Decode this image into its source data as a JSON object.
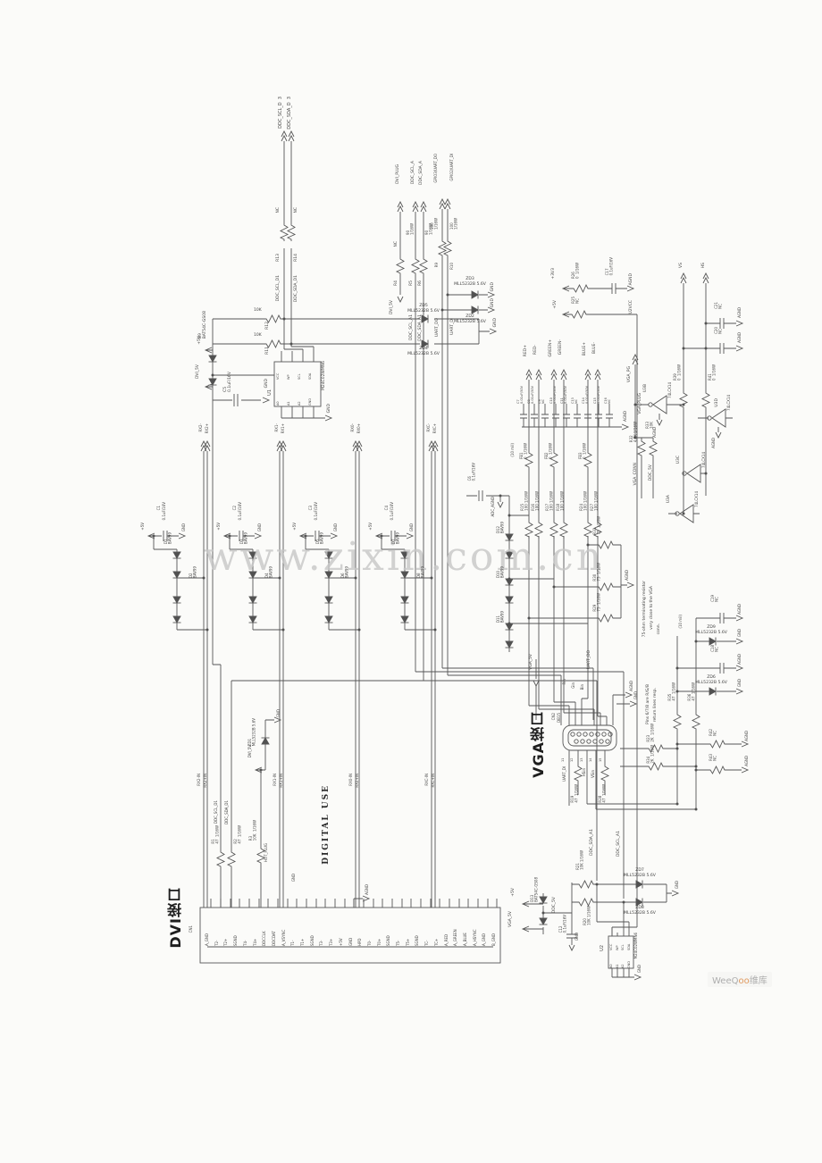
{
  "watermarks": {
    "center": "www.zixin.com.cn",
    "brand_p1": "WeeQ",
    "brand_p2": "oo",
    "brand_p3": "维库"
  },
  "titles": {
    "dvi": "DVI接口",
    "vga": "VGA接口",
    "digital_use": "DIGITAL USE"
  },
  "a": {
    "flag_scl": "DDC_SCL_D  3",
    "flag_sda": "DDC_SDA_D  3",
    "nc1": "NC",
    "nc2": "NC",
    "r13": "R13",
    "r14": "R14",
    "scl_d1": "DDC_SCL_D1",
    "sda_d1": "DDC_SDA_D1",
    "zd5": "ZD5\nMLL5232B 5.6V",
    "zd4": "ZD4\nMLL5232B 5.6V",
    "gnd_loop": "GND",
    "r12_val": "10K",
    "r12_ref": "R12",
    "r11_val": "10K",
    "r11_ref": "R11",
    "d9": "D9\nBAT54C-GS08",
    "p5v": "+5V",
    "dvi5v": "DVI_5V",
    "c5": "C5\n0.1uF/16V",
    "c5_gnd": "GND",
    "u1_ref": "U1",
    "u1_part": "M24C02WMN6",
    "u1_top": [
      "VCC",
      "WP",
      "SCL",
      "SDA"
    ],
    "u1_bot": [
      "A0",
      "A1",
      "A2",
      "GND"
    ],
    "u1_gnd": "GND"
  },
  "b": {
    "dvi_plug": "DVI_PLUG",
    "ddc_scl_a": "DDC_SCL_A",
    "ddc_sda_a": "DDC_SDA_A",
    "r4_val": "NC",
    "r4_ref": "R4",
    "r5_val": "90\n1/16W",
    "r5_ref": "R5",
    "r6_val": "90\n1/16W",
    "r6_ref": "R6",
    "dvi5v": "DVI_5V",
    "scl_a1": "DDC_SCL_A1",
    "sda_a1": "DDC_SDA_A1"
  },
  "c": {
    "flag_do": "GPIO3/UART_DO",
    "flag_di": "GPIO2/UART_DI",
    "r9_val": "100\n1/16W",
    "r9_ref": "R9",
    "r10_val": "100\n1/16W",
    "r10_ref": "R10",
    "uart_do": "UART_DO",
    "uart_di": "UART_DI",
    "zd3": "ZD3\nMLL5232B 5.6V",
    "zd2": "ZD2\nMLL5232B 5.6V",
    "gnd1": "GND",
    "gnd2": "GND"
  },
  "d": {
    "p3v3": "+3V3",
    "r26": "R26\n0  1/16W",
    "c17": "C17\n0.1uF/16V",
    "agnd1": "AGND",
    "p5v": "+5V",
    "r25": "R25\nNC",
    "u2vcc": "U2VCC",
    "vs": "VS",
    "hs": "HS",
    "c21": "C21\nNC",
    "agnd2": "AGND",
    "c20": "C20\nNC",
    "agnd3": "AGND",
    "vga_pg": "VGA_PG",
    "vga_plug": "VGA_PLUG",
    "u3b": "U3B",
    "lcx_b": "74LCX14",
    "agnd4": "AGND",
    "r39": "R39\n0  1/16W",
    "r41": "R41\n0  1/16W",
    "u3d": "U3D",
    "lcx_d": "74LCX14",
    "agnd5": "AGND",
    "u3c": "U3C",
    "lcx_c": "74LCX14",
    "u3a": "U3A",
    "lcx_a": "74LCX14",
    "r32": "R32\n4.7K 1/16W",
    "r33": "R33\n10K",
    "vga_conn": "VGA_CONN",
    "ddc5v": "DDC_5V"
  },
  "e": {
    "flags": [
      "RED+",
      "RED-",
      "GREEN+",
      "GREEN-",
      "BLUE+",
      "BLUE-"
    ],
    "caps": [
      "C7\n0.01uF/50V",
      "C8\n0.01uF/50V",
      "C9\nNC",
      "C10\n0.01uF/50V",
      "C11\n0.01uF/50V",
      "C13\nNC",
      "C14\n0.01uF/50V",
      "C15\n0.01uF/50V",
      "C16\nNC"
    ],
    "agnd_row": "AGND",
    "fb1": "FB1\n0  1/16W",
    "fb2": "FB2\n0  1/16W",
    "fb3": "FB3\n0  1/16W",
    "note_mil": "(10 mil)",
    "r_row": [
      "R15\n100 1/16W",
      "R16\n100 1/16W",
      "R17\n100 1/16W",
      "R18\n100 1/16W",
      "R24\n100 1/16W",
      "R27\n100 1/16W"
    ],
    "r31": "R31\n75  1/16W",
    "r30": "R30\n75  1/16W",
    "r29": "R29\n75  1/16W",
    "agnd75": "AGND",
    "d12": "D12\nBAV99",
    "d10": "D10\nBAV99",
    "d11": "D11\nBAV99",
    "c6": "C6\n0.1uF/16V",
    "adc_agnd": "ADC_AGND",
    "vga5v": "VGA_5V",
    "uart_do": "UART_DO",
    "note75_1": "75-ohm terminating resistor",
    "note75_2": "very close to the VGA",
    "note75_3": "conn.",
    "note678_1": "Pins 6/7/8 are R/G/B",
    "note678_2": "return lines resp."
  },
  "f": {
    "cn2": "CN2",
    "db15": "DB15",
    "rin": "Rin",
    "gin": "Gin",
    "bin": "Bin",
    "agnd_t": "AGND",
    "gnd_t": "GND",
    "nums": [
      "11",
      "12",
      "13",
      "14",
      "15"
    ],
    "uart_di": "UART_DI",
    "r19": "R19\n47  1/16W",
    "hsin": "HSin",
    "vsin": "VSin",
    "r28": "R28\n47  1/16W",
    "r35": "R35\n47  1/16W",
    "r36": "R36\n47  1/16W",
    "r23": "R23\n2K  1/16W",
    "r34": "R34\n2K  1/16W",
    "c19": "C19\nNC",
    "agnd_c19": "AGND",
    "zd9": "ZD9\nMLL5232B 5.6V",
    "gnd_zd9": "GND",
    "c18": "C18\nNC",
    "agnd_c18": "AGND",
    "zd6": "ZD6\nMLL5232B 5.6V",
    "gnd_zd6": "GND",
    "mil2": "(10 mil)",
    "r42": "R42\nNC",
    "agnd_r42": "AGND",
    "r43": "R43\nNC",
    "agnd_r43": "AGND"
  },
  "g": {
    "p5v": "+5V",
    "vga5v": "VGA_5V",
    "d13": "D13\nBAT54C-GS08",
    "ddc5v": "DDC_5V",
    "c12": "C12\n0.1uF/16V",
    "gnd_c12": "GND",
    "r21": "R21\n10K 1/16W",
    "r20": "R20\n10K 1/16W",
    "zd7": "ZD7\nMLL5232B 5.6V",
    "zd8": "ZD8\nMLL5232B 5.6V",
    "gnd_zd": "GND",
    "sda_a1": "DDC_SDA_A1",
    "scl_a1": "DDC_SCL_A1",
    "u2_ref": "U2",
    "u2_part": "M24C02WMN6",
    "u2_top": [
      "VCC",
      "WP",
      "SCL",
      "SDA"
    ],
    "u2_bot": [
      "A0",
      "A1",
      "A2",
      "GND"
    ],
    "u2_gnd": "GND"
  },
  "h": {
    "cn1": "CN1",
    "pins": [
      "A_GND",
      "T2-",
      "T2+",
      "SGND",
      "T4-",
      "T4+",
      "DDCCLK",
      "DDCDAT",
      "A_VSYNC",
      "T1-",
      "T1+",
      "SGND",
      "T3-",
      "T3+",
      "+5V",
      "GND",
      "HPD",
      "T0-",
      "T0+",
      "SGND",
      "T5-",
      "T5+",
      "SGND",
      "TC-",
      "TC+",
      "A_RED",
      "A_GREEN",
      "A_BLUE",
      "A_HSYNC",
      "A_GND",
      "B_GND"
    ],
    "pair_flags": [
      [
        "RX2-",
        "RX2+"
      ],
      [
        "RX1-",
        "RX1+"
      ],
      [
        "RX0-",
        "RX0+"
      ],
      [
        "RXC-",
        "RXC+"
      ]
    ],
    "pair_ins": [
      [
        "RX2-IN",
        "RX2+IN"
      ],
      [
        "RX1-IN",
        "RX1+IN"
      ],
      [
        "RX0-IN",
        "RX0+IN"
      ],
      [
        "RXC-IN",
        "RXC+IN"
      ]
    ],
    "p5v": "+5V",
    "cap_gnd": "GND",
    "cap_val": "0.1uF/16V",
    "c_refs": [
      "C1",
      "C2",
      "C3",
      "C4"
    ],
    "d_a": [
      "D1\nBAV99",
      "D3\nBAV99",
      "D5\nBAV99",
      "D7\nBAV99"
    ],
    "d_b": [
      "D2\nBAV99",
      "D4\nBAV99",
      "D6\nBAV99",
      "D8\nBAV99"
    ],
    "scl_d1": "DDC_SCL_D1",
    "sda_d1": "DDC_SDA_D1",
    "r1": "R1\n47  1/16W",
    "r2": "R2\n47  1/16W",
    "r3": "R3\n10K  1/16W",
    "hot_plug": "HOT_PLUG",
    "dvi5v": "DVI_5V",
    "zd1": "ZD1\nMLL5232B 5.6V",
    "gnd_zd1": "GND",
    "gnd_conn": "GND",
    "agnd_conn": "AGND"
  }
}
